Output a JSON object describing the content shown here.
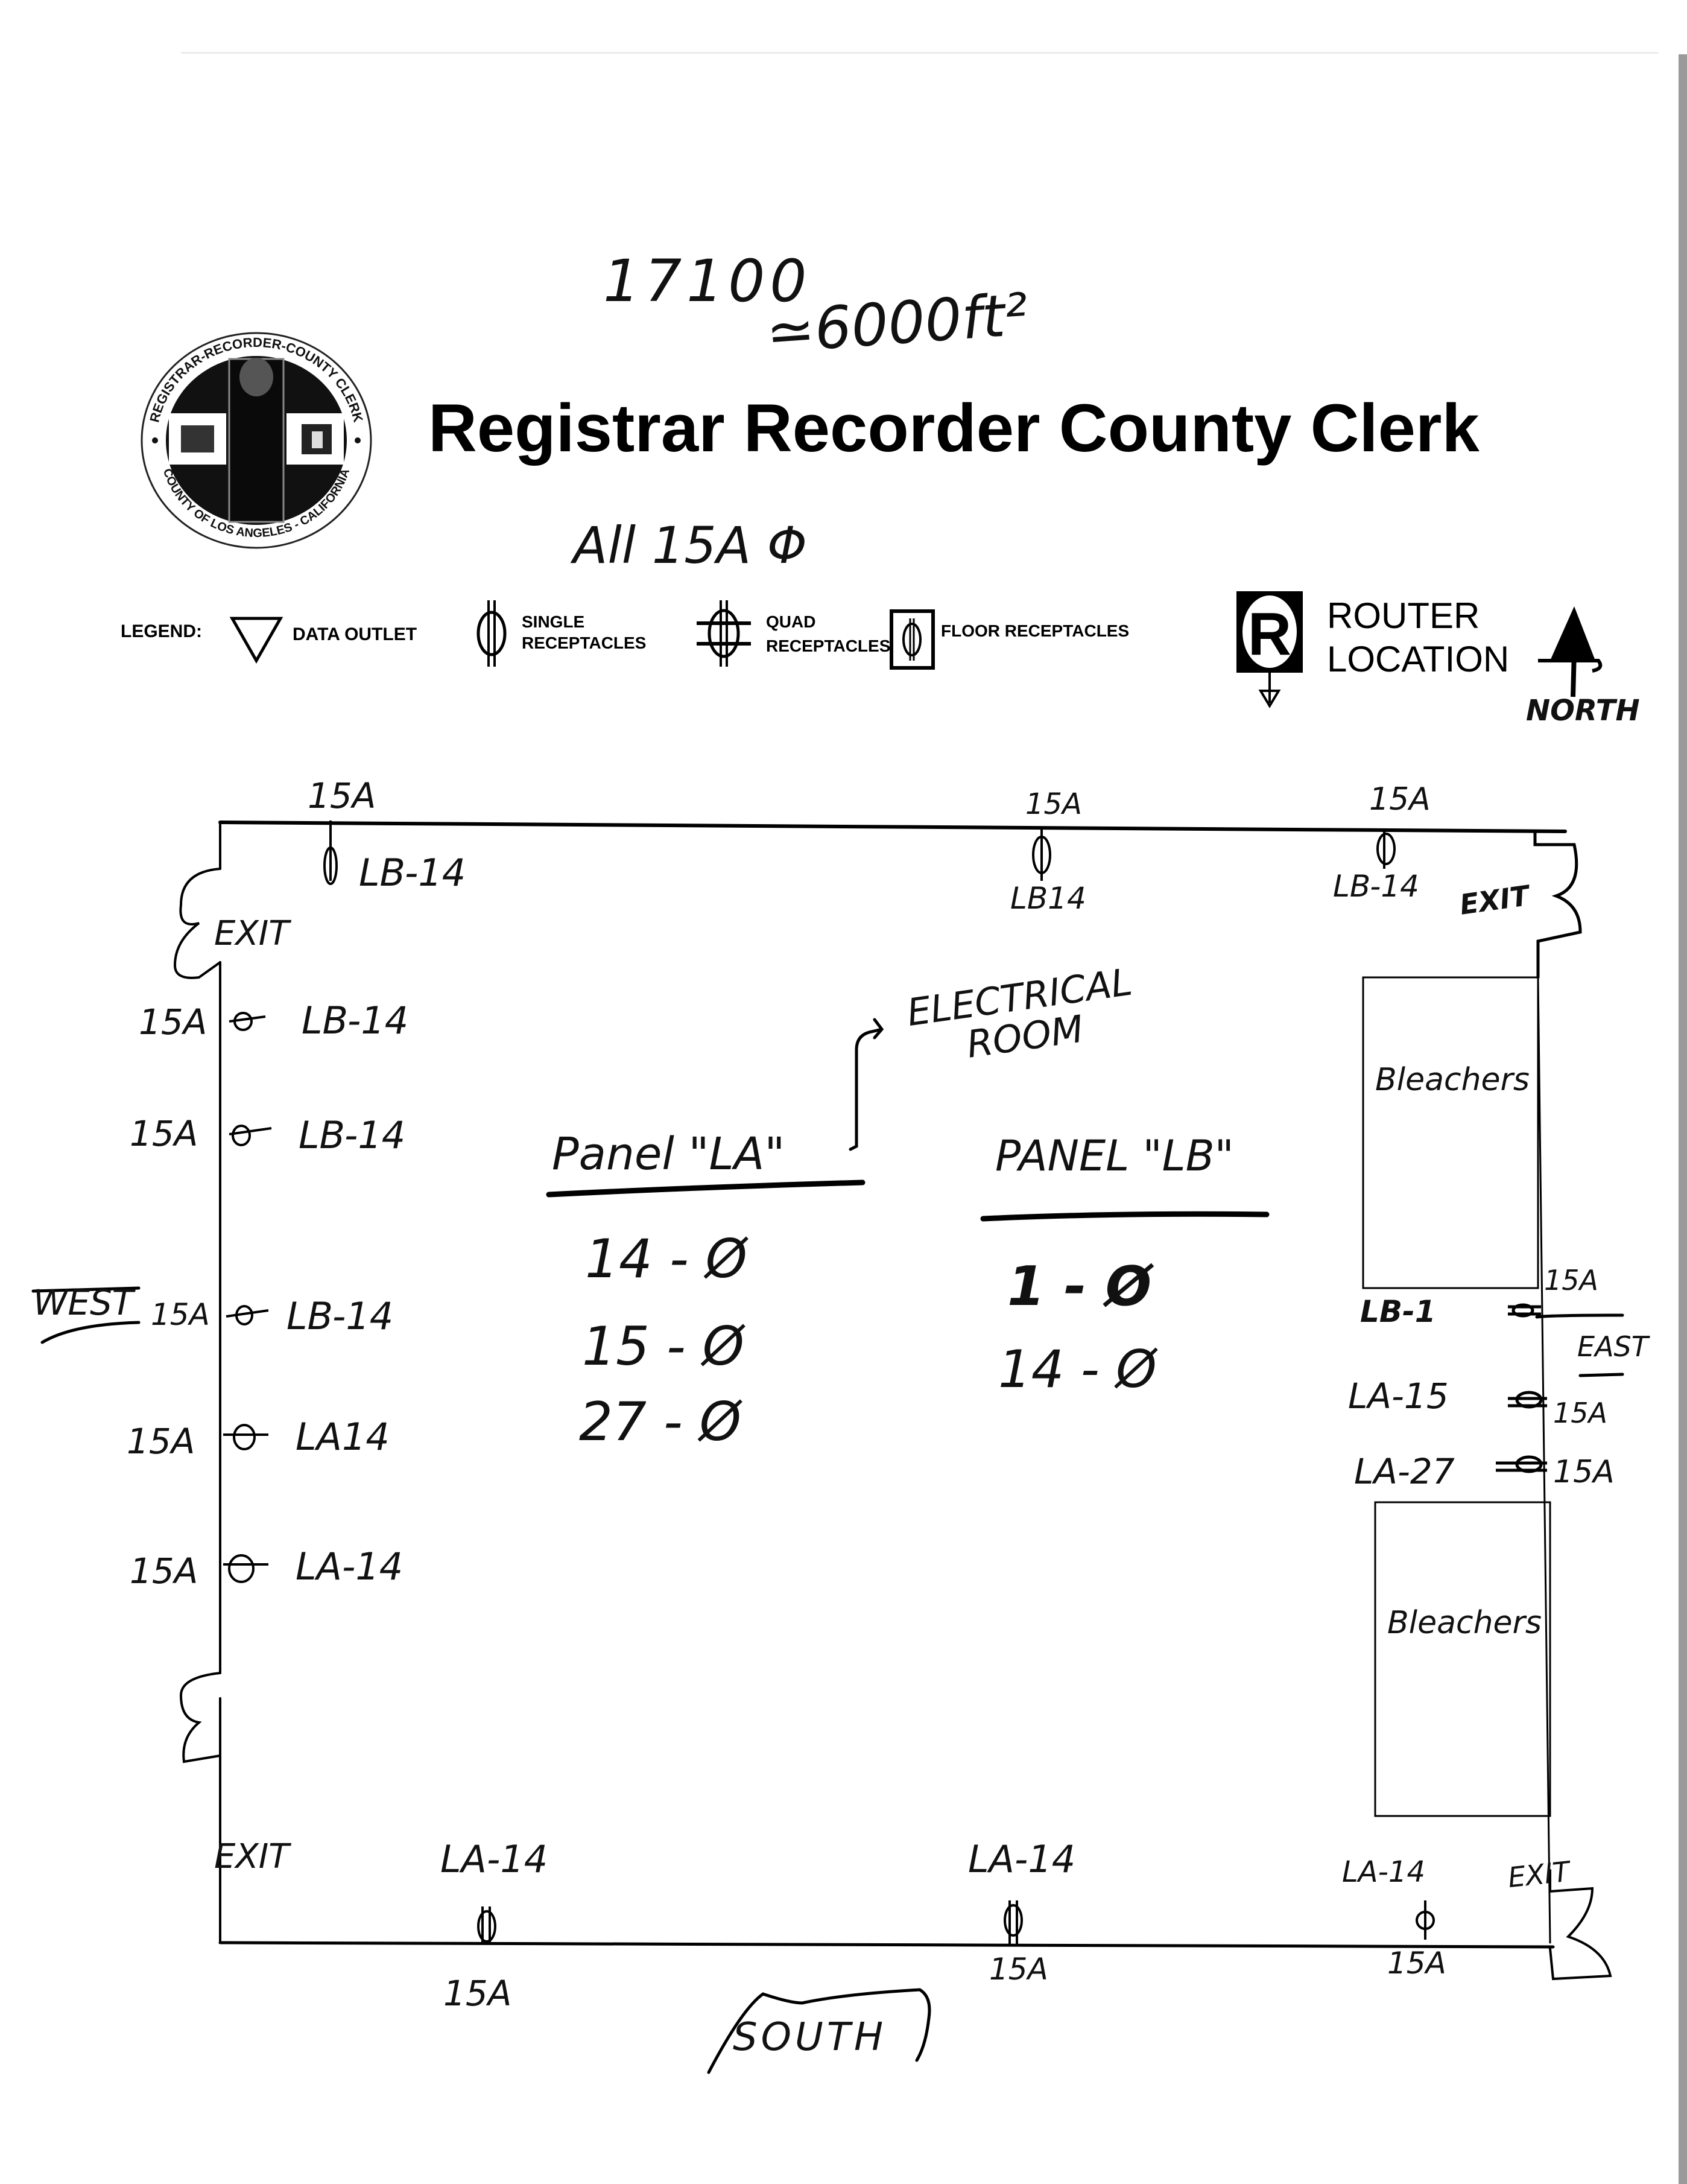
{
  "header": {
    "title": "Registrar Recorder County Clerk",
    "note_id": "17100",
    "note_area": "≃6000ft²",
    "note_all": "All 15A Φ",
    "seal": {
      "top_text": "REGISTRAR-RECORDER-COUNTY CLERK",
      "bottom_text": "COUNTY OF LOS ANGELES - CALIFORNIA",
      "icon": "county-seal-icon"
    }
  },
  "legend": {
    "label": "LEGEND:",
    "items": [
      {
        "icon": "data-outlet-triangle-icon",
        "label": "DATA OUTLET"
      },
      {
        "icon": "single-receptacle-icon",
        "label_line1": "SINGLE",
        "label_line2": "RECEPTACLES"
      },
      {
        "icon": "quad-receptacle-icon",
        "label_line1": "QUAD",
        "label_line2": "RECEPTACLES"
      },
      {
        "icon": "floor-receptacle-icon",
        "label": "FLOOR RECEPTACLES"
      },
      {
        "icon": "router-r-icon",
        "label_line1": "ROUTER",
        "label_line2": "LOCATION"
      }
    ],
    "north": {
      "icon": "north-arrow-icon",
      "label": "NORTH"
    }
  },
  "directions": {
    "west": "WEST",
    "east": "EAST",
    "south": "SOUTH"
  },
  "rooms": {
    "electrical": "ELECTRICAL ROOM",
    "bleachers_top": "Bleachers",
    "bleachers_bottom": "Bleachers"
  },
  "exits": [
    "EXIT",
    "EXIT",
    "EXIT",
    "EXIT"
  ],
  "panels": [
    {
      "name": "Panel \"LA\"",
      "circuits": [
        "14 - Ø",
        "15 - Ø",
        "27 - Ø"
      ]
    },
    {
      "name": "PANEL \"LB\"",
      "circuits": [
        "1 - Ø",
        "14 - Ø"
      ]
    }
  ],
  "receptacles": {
    "north_wall": [
      {
        "amps": "15A",
        "circuit": "LB-14"
      },
      {
        "amps": "15A",
        "circuit": "LB14"
      },
      {
        "amps": "15A",
        "circuit": "LB-14"
      }
    ],
    "west_wall": [
      {
        "amps": "15A",
        "circuit": "LB-14"
      },
      {
        "amps": "15A",
        "circuit": "LB-14"
      },
      {
        "amps": "15A",
        "circuit": "LB-14"
      },
      {
        "amps": "15A",
        "circuit": "LA14"
      },
      {
        "amps": "15A",
        "circuit": "LA-14"
      }
    ],
    "east_wall": [
      {
        "amps": "15A",
        "circuit": "LB-1"
      },
      {
        "amps": "15A",
        "circuit": "LA-15"
      },
      {
        "amps": "15A",
        "circuit": "LA-27"
      }
    ],
    "south_wall": [
      {
        "amps": "15A",
        "circuit": "LA-14"
      },
      {
        "amps": "15A",
        "circuit": "LA-14"
      },
      {
        "amps": "15A",
        "circuit": "LA-14"
      }
    ]
  }
}
